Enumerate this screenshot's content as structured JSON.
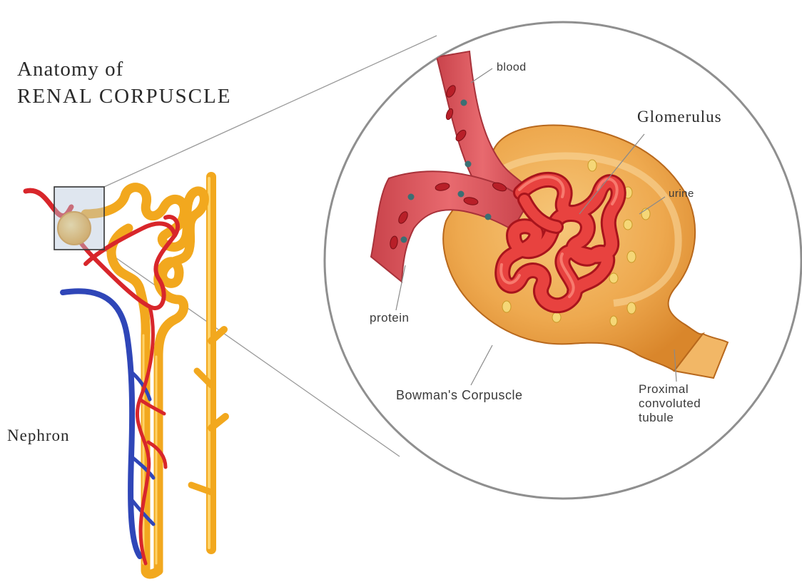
{
  "title": {
    "line1": "Anatomy of",
    "line2": "RENAL CORPUSCLE"
  },
  "labels": {
    "nephron": "Nephron",
    "blood": "blood",
    "glomerulus": "Glomerulus",
    "urine": "urine",
    "protein": "protein",
    "bowman": "Bowman's Corpuscle",
    "proximal_line1": "Proximal",
    "proximal_line2": "convoluted",
    "proximal_line3": "tubule"
  },
  "colors": {
    "tubule": "#f2a81e",
    "artery": "#d8262b",
    "vein": "#2f46b8",
    "capsule": "#e89a3c",
    "vessel_wall": "#c94a52"
  }
}
